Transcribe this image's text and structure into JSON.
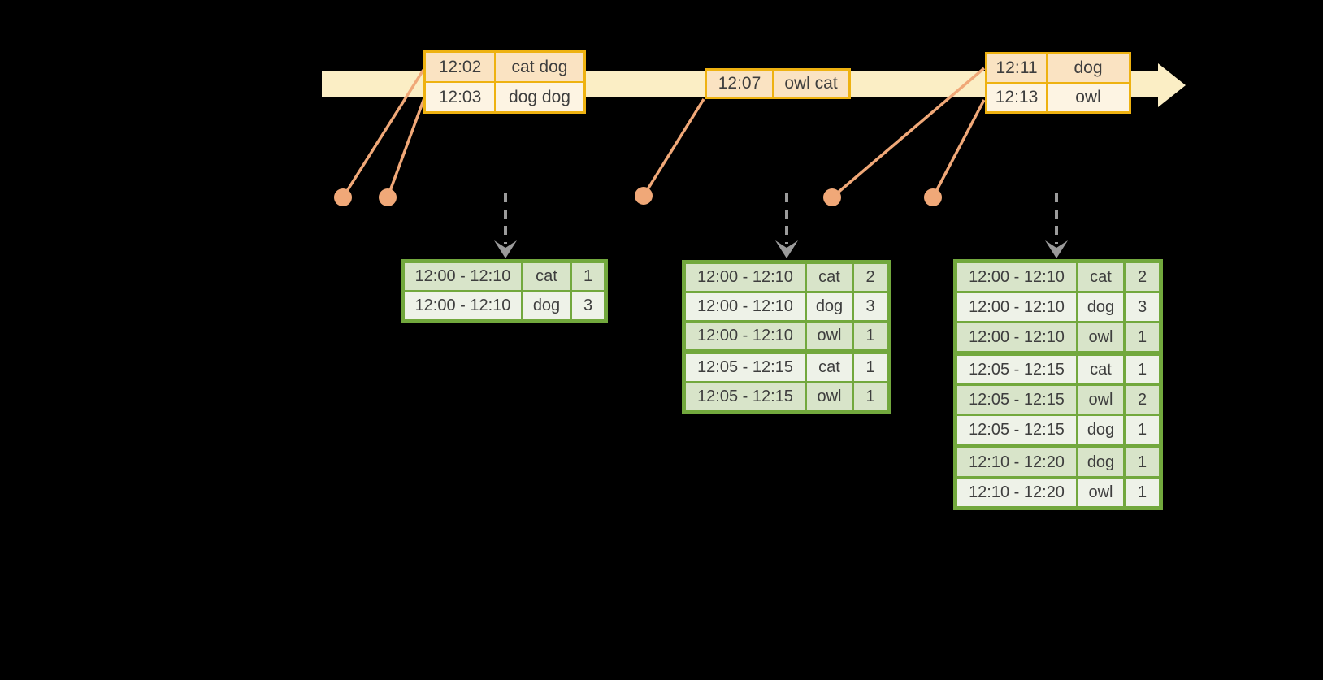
{
  "diagram": {
    "kind": "streaming-windowed-aggregation",
    "colors": {
      "background": "#000000",
      "timeline_fill": "#fbeec5",
      "event_table_border": "#eeb211",
      "event_row_dark": "#fae3c2",
      "event_row_light": "#fdf4e3",
      "event_dot": "#f0a878",
      "trigger_arrow": "#9b9b9b",
      "result_table_border": "#72a83d",
      "result_row_dark": "#d8e4c9",
      "result_row_light": "#eef2e8",
      "text": "#3e3e3e"
    },
    "icons": [
      "timeline-arrow-icon",
      "event-dot-icon",
      "connector-line",
      "trigger-arrow-icon"
    ]
  },
  "event_tables": [
    {
      "rows": [
        {
          "time": "12:02",
          "words": "cat dog"
        },
        {
          "time": "12:03",
          "words": "dog dog"
        }
      ]
    },
    {
      "rows": [
        {
          "time": "12:07",
          "words": "owl cat"
        }
      ]
    },
    {
      "rows": [
        {
          "time": "12:11",
          "words": "dog"
        },
        {
          "time": "12:13",
          "words": "owl"
        }
      ]
    }
  ],
  "result_tables": [
    {
      "rows": [
        [
          "12:00 - 12:10",
          "cat",
          "1"
        ],
        [
          "12:00 - 12:10",
          "dog",
          "3"
        ]
      ]
    },
    {
      "rows": [
        [
          "12:00 - 12:10",
          "cat",
          "2"
        ],
        [
          "12:00 - 12:10",
          "dog",
          "3"
        ],
        [
          "12:00 - 12:10",
          "owl",
          "1"
        ],
        [
          "12:05 - 12:15",
          "cat",
          "1"
        ],
        [
          "12:05 - 12:15",
          "owl",
          "1"
        ]
      ]
    },
    {
      "rows": [
        [
          "12:00 - 12:10",
          "cat",
          "2"
        ],
        [
          "12:00 - 12:10",
          "dog",
          "3"
        ],
        [
          "12:00 - 12:10",
          "owl",
          "1"
        ],
        [
          "12:05 - 12:15",
          "cat",
          "1"
        ],
        [
          "12:05 - 12:15",
          "owl",
          "2"
        ],
        [
          "12:05 - 12:15",
          "dog",
          "1"
        ],
        [
          "12:10 - 12:20",
          "dog",
          "1"
        ],
        [
          "12:10 - 12:20",
          "owl",
          "1"
        ]
      ]
    }
  ]
}
